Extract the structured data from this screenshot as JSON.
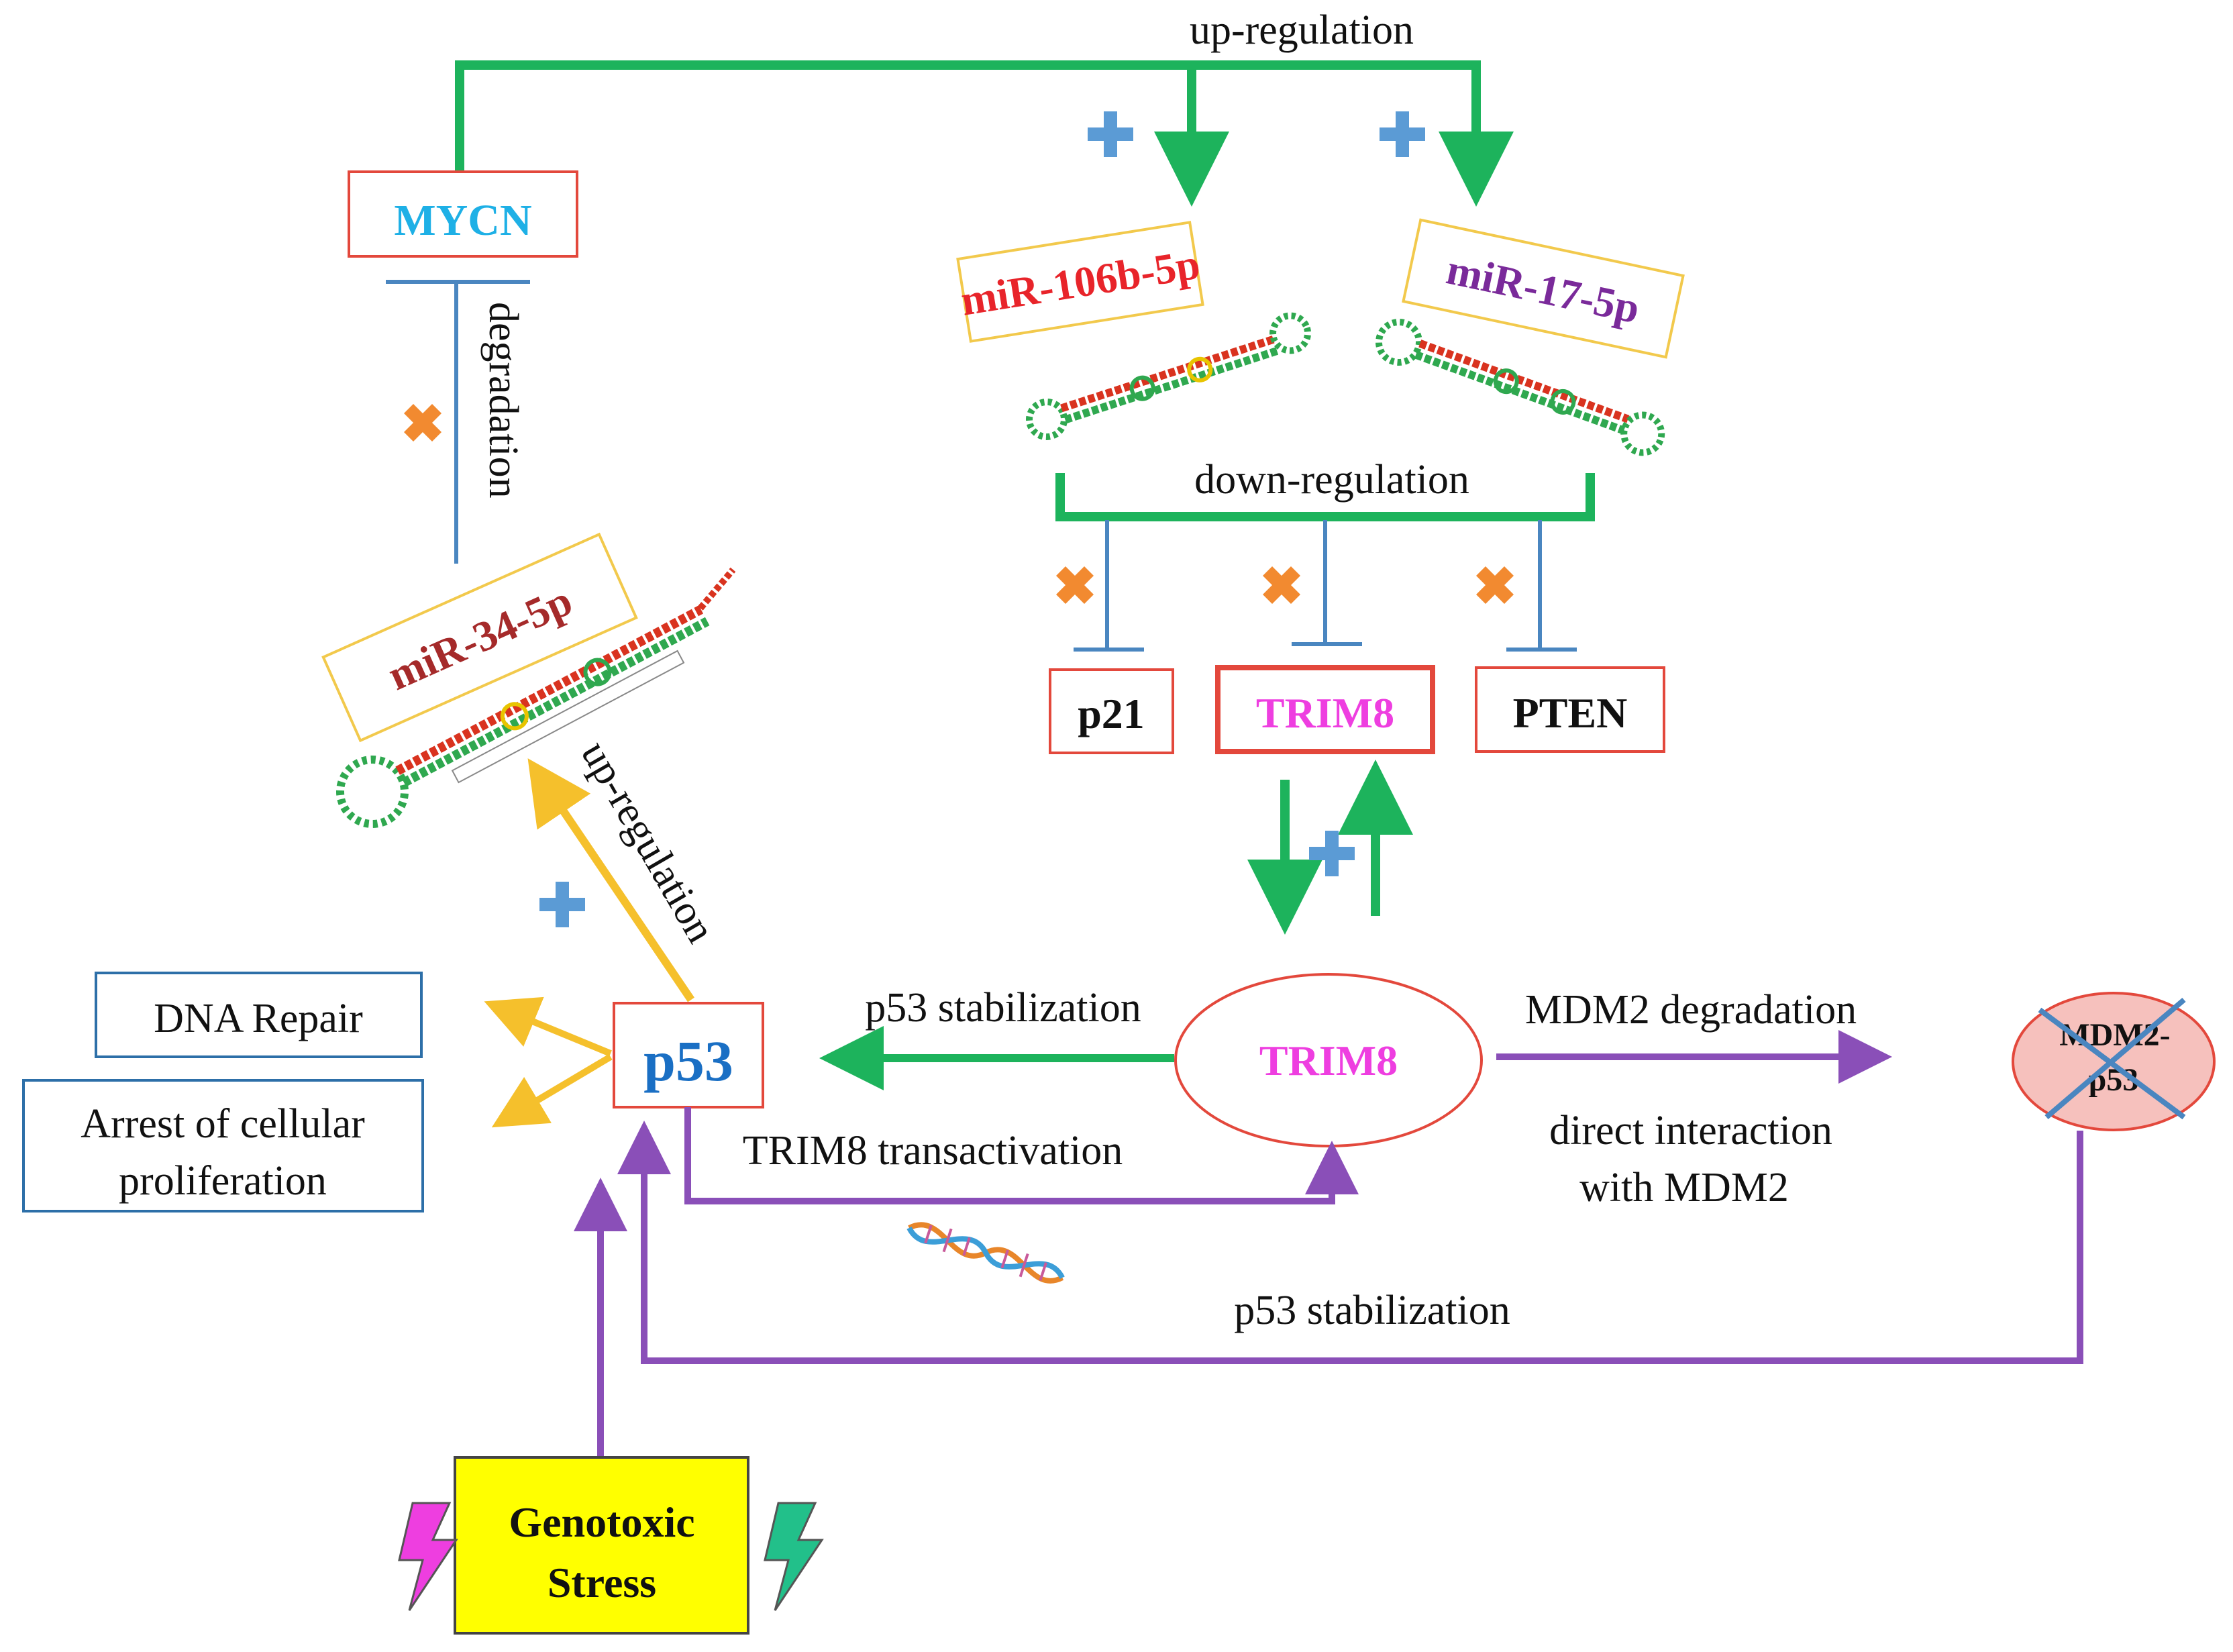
{
  "labels": {
    "top_up_regulation": "up-regulation",
    "degradation": "degradation",
    "down_regulation": "down-regulation",
    "left_up_regulation": "up-regulation",
    "p53_stabilization_green": "p53 stabilization",
    "trim8_transactivation": "TRIM8 transactivation",
    "mdm2_degradation": "MDM2 degradation",
    "direct_interaction_line1": "direct interaction",
    "direct_interaction_line2": "with MDM2",
    "p53_stabilization_purple": "p53 stabilization"
  },
  "nodes": {
    "mycn": "MYCN",
    "mir106b": "miR-106b-5p",
    "mir17": "miR-17-5p",
    "mir34": "miR-34-5p",
    "p21": "p21",
    "trim8_box": "TRIM8",
    "pten": "PTEN",
    "trim8_ellipse": "TRIM8",
    "p53": "p53",
    "dna_repair": "DNA Repair",
    "arrest_line1": "Arrest of cellular",
    "arrest_line2": "proliferation",
    "mdm2_line1": "MDM2-",
    "mdm2_line2": "p53",
    "genotoxic_line1": "Genotoxic",
    "genotoxic_line2": "Stress"
  },
  "colors": {
    "green_arrow": "#1db35c",
    "purple_arrow": "#8a4fb8",
    "yellow_arrow": "#f5c02c",
    "inhibit_line": "#4a86c0",
    "box_red": "#e3483c",
    "box_yellow": "#f2c94c",
    "box_blue": "#2d6fa8",
    "mycn_text": "#1eb0e6",
    "mir106b_text": "#e8242a",
    "mir17_text": "#7a2a9a",
    "mir34_text": "#a52a2a",
    "trim8_text": "#ee3ee0",
    "p53_text": "#1a6fc4",
    "plus_icon": "#5b9bd5",
    "cross_icon": "#f28a30",
    "genotoxic_fill": "#ffff00",
    "mdm2_fill": "#f6c1bd"
  },
  "icons": {
    "plus": "plus-icon",
    "cross": "cross-icon",
    "hairpin": "mirna-hairpin-icon",
    "dna": "dna-helix-icon",
    "lightning": "lightning-icon"
  }
}
